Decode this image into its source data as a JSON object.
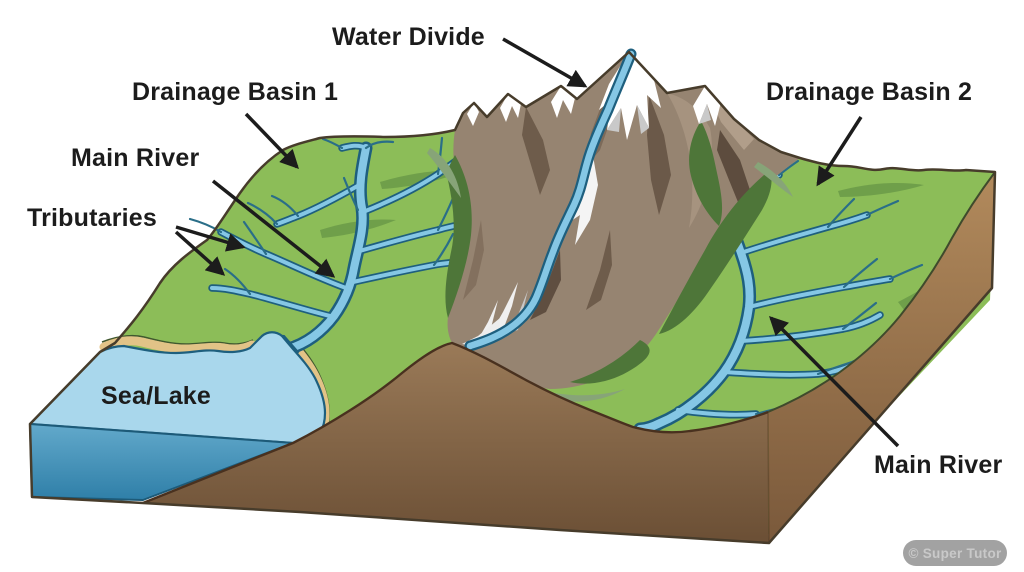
{
  "labels": {
    "water_divide": "Water Divide",
    "drainage_basin_1": "Drainage Basin 1",
    "drainage_basin_2": "Drainage Basin 2",
    "main_river_left": "Main River",
    "tributaries": "Tributaries",
    "sea_lake": "Sea/Lake",
    "main_river_right": "Main River"
  },
  "watermark": {
    "text": "© Super Tutor"
  },
  "colors": {
    "grass": "#8cbd58",
    "grass-dark": "#6f9f4a",
    "forest": "#4e7639",
    "grass-gray": "#87a478",
    "rock": "#968471",
    "rock-light": "#b19e8a",
    "snow": "#ffffff",
    "snow-shadow": "#c9c9c9",
    "river": "#85c7e5",
    "river-dark": "#1e5f7e",
    "stream": "#2a6e88",
    "sea": "#a9d7ec",
    "sand": "#e2c387",
    "outline": "#473c2b",
    "label": "#1c1c1c",
    "watermark-bg": "#a2a2a2",
    "watermark-text": "#c9c9c9"
  }
}
